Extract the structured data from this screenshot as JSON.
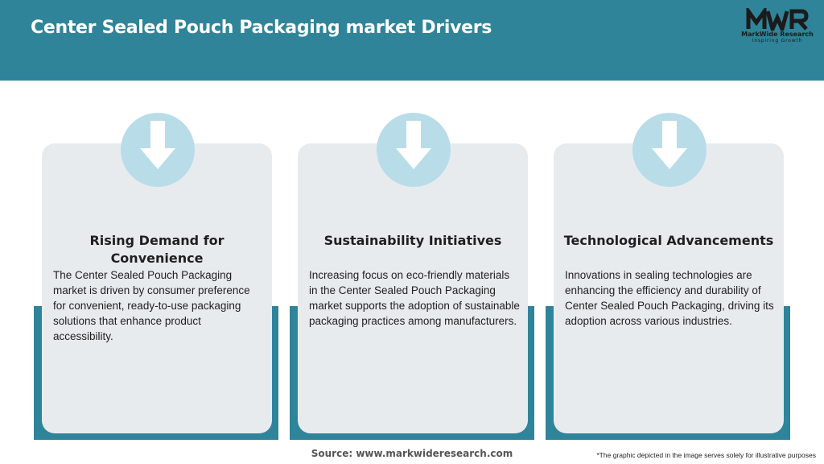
{
  "header": {
    "title": "Center Sealed Pouch Packaging market Drivers"
  },
  "logo": {
    "mark": "MWR",
    "name": "MarkWide Research",
    "tagline": "Inspiring Growth"
  },
  "cards": [
    {
      "icon": "down-arrow-icon",
      "title": "Rising Demand for Convenience",
      "body": "The Center Sealed Pouch Packaging market is driven by consumer preference for convenient, ready-to-use packaging solutions that enhance product accessibility."
    },
    {
      "icon": "down-arrow-icon",
      "title": "Sustainability Initiatives",
      "body": "Increasing focus on eco-friendly materials in the Center Sealed Pouch Packaging market supports the adoption of sustainable packaging practices among manufacturers."
    },
    {
      "icon": "down-arrow-icon",
      "title": "Technological Advancements",
      "body": "Innovations in sealing technologies are enhancing the efficiency and durability of Center Sealed Pouch Packaging, driving its adoption across various industries."
    }
  ],
  "footer": {
    "source": "Source: www.markwideresearch.com",
    "disclaimer": "*The graphic depicted in the image serves solely for illustrative purposes"
  },
  "colors": {
    "header": "#2f8499",
    "card": "#e8ebee",
    "circle": "#b9dde8",
    "shadow": "#2f8499"
  }
}
